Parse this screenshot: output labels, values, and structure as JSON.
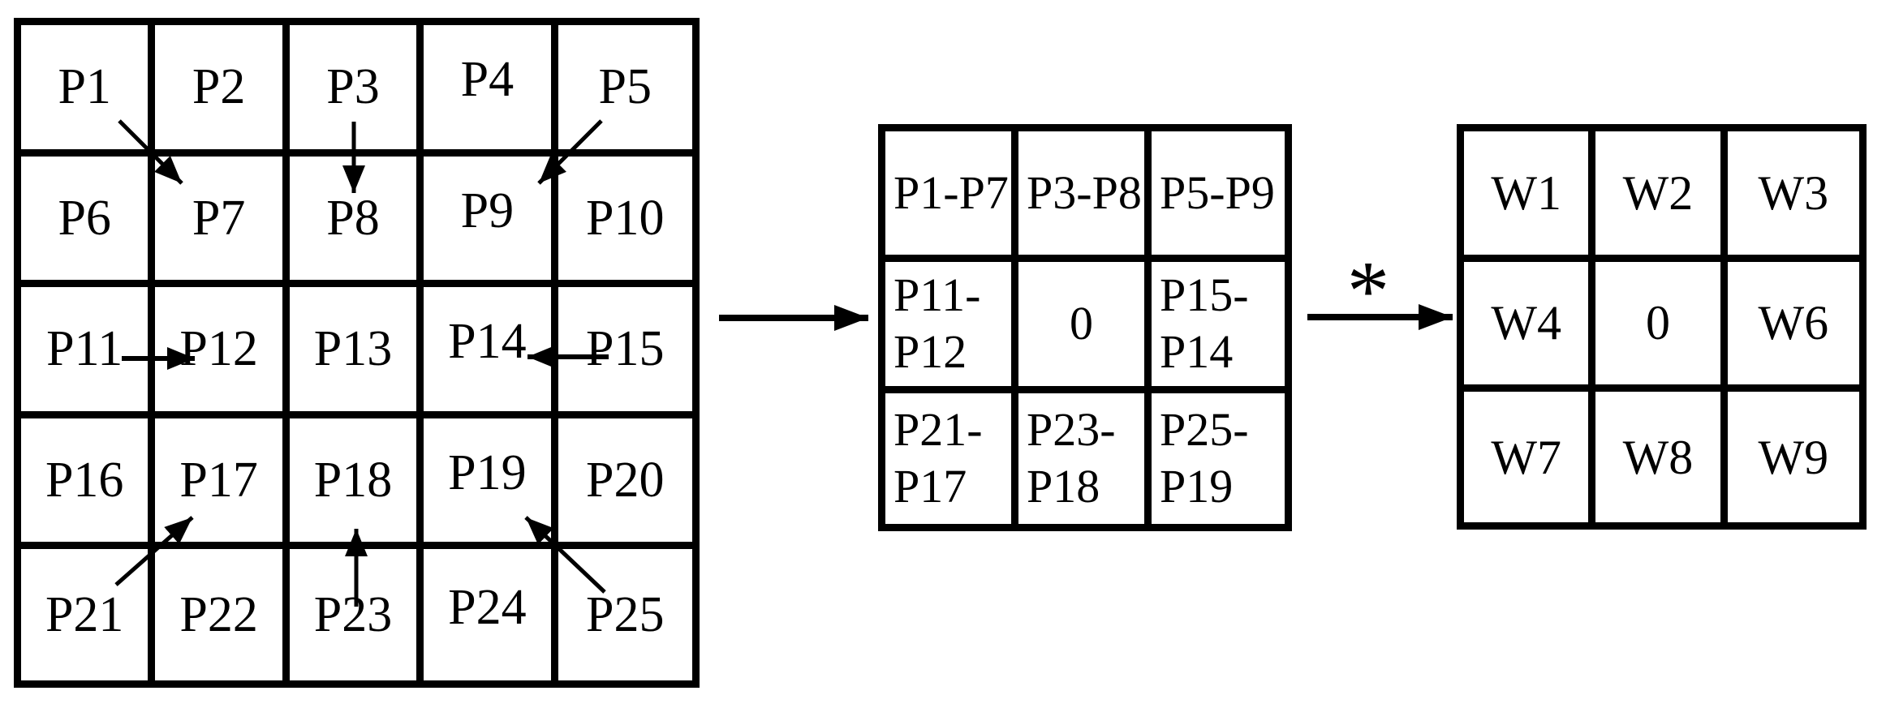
{
  "left_grid": {
    "rows": 5,
    "cols": 5,
    "cells": [
      "P1",
      "P2",
      "P3",
      "P4",
      "P5",
      "P6",
      "P7",
      "P8",
      "P9",
      "P10",
      "P11",
      "P12",
      "P13",
      "P14",
      "P15",
      "P16",
      "P17",
      "P18",
      "P19",
      "P20",
      "P21",
      "P22",
      "P23",
      "P24",
      "P25"
    ]
  },
  "middle_grid": {
    "rows": 3,
    "cols": 3,
    "cells": [
      "P1-P7",
      "P3-P8",
      "P5-P9",
      "P11-\nP12",
      "0",
      "P15-\nP14",
      "P21-\nP17",
      "P23-\nP18",
      "P25-\nP19"
    ]
  },
  "right_grid": {
    "rows": 3,
    "cols": 3,
    "cells": [
      "W1",
      "W2",
      "W3",
      "W4",
      "0",
      "W6",
      "W7",
      "W8",
      "W9"
    ]
  },
  "flow": {
    "convolve_label": "*"
  },
  "internal_arrows": [
    {
      "from": "P1",
      "to": "P7"
    },
    {
      "from": "P3",
      "to": "P8"
    },
    {
      "from": "P5",
      "to": "P9"
    },
    {
      "from": "P11",
      "to": "P12"
    },
    {
      "from": "P15",
      "to": "P14"
    },
    {
      "from": "P21",
      "to": "P17"
    },
    {
      "from": "P23",
      "to": "P18"
    },
    {
      "from": "P25",
      "to": "P19"
    }
  ],
  "flow_arrows": [
    {
      "from": "left_grid",
      "to": "middle_grid",
      "label": ""
    },
    {
      "from": "middle_grid",
      "to": "right_grid",
      "label": "*"
    }
  ],
  "colors": {
    "ink": "#000000",
    "background": "#ffffff"
  }
}
